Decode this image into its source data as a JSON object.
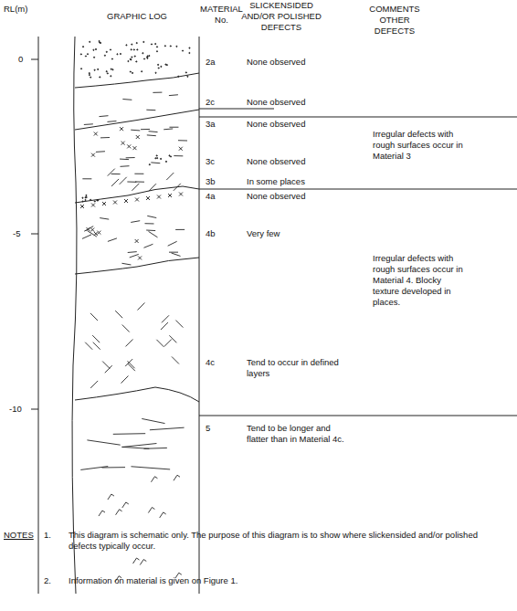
{
  "diagram": {
    "labels": [
      "RL(m)",
      "GRAPHIC LOG",
      "MATERIAL No.",
      "SLICKENSIDED AND/OR POLISHED DEFECTS",
      "COMMENTS OTHER DEFECTS",
      "0",
      "2a",
      "None observed",
      "2c",
      "None observed",
      "3a",
      "None observed",
      "Irregular defects with rough surfaces occur in Material 3",
      "3c",
      "None observed",
      "3b",
      "In some places",
      "4a",
      "None observed",
      "-5",
      "4b",
      "Very few",
      "Irregular defects with rough surfaces occur in Material 4. Blocky texture developed in places.",
      "4c",
      "Tend to occur in defined layers",
      "-10",
      "5",
      "Tend to be longer and flatter than in Material 4c.",
      "NOTES",
      "1.",
      "This diagram is schematic only. The purpose of this diagram is to show where slickensided and/or polished defects typically occur.",
      "2.",
      "Information on material is given on Figure 1."
    ]
  }
}
